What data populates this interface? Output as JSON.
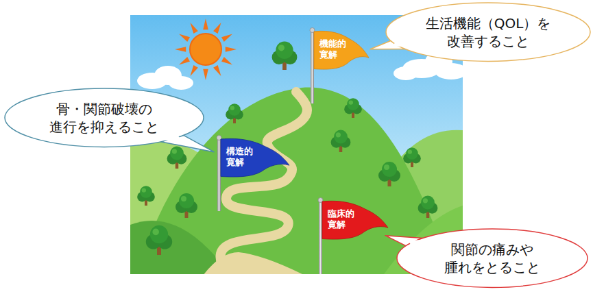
{
  "diagram": {
    "nodes": [
      {
        "text": [
          "生活機能（QOL）を 改善すること"
        ]
      },
      {
        "text": [
          "機能的 寛解"
        ]
      },
      {
        "text": [
          "骨・関節破壊の 進行を抑えること"
        ]
      },
      {
        "text": [
          "構造的 寛解"
        ]
      },
      {
        "text": [
          "臨床的 寛解"
        ]
      },
      {
        "text": [
          "関節の痛みや 腫れをとること"
        ]
      }
    ]
  }
}
